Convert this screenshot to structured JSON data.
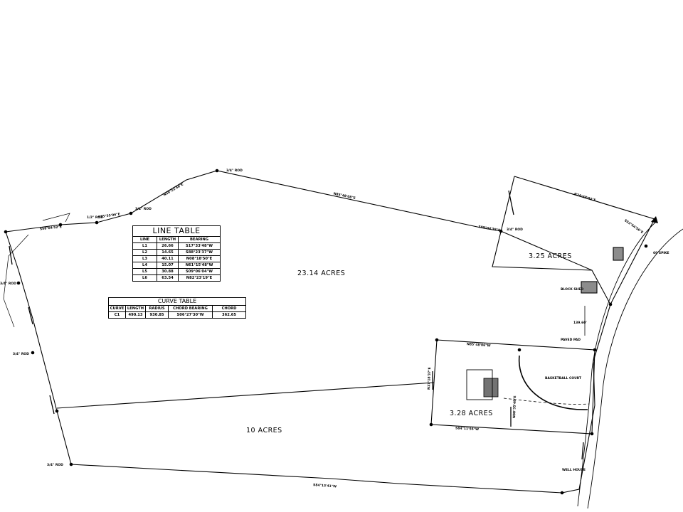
{
  "line_table": {
    "title": "LINE TABLE",
    "headers": [
      "LINE",
      "LENGTH",
      "BEARING"
    ],
    "rows": [
      [
        "L1",
        "26.66",
        "S17°33'48\"W"
      ],
      [
        "L2",
        "14.65",
        "S88°23'37\"W"
      ],
      [
        "L3",
        "40.11",
        "N08°18'50\"E"
      ],
      [
        "L4",
        "15.07",
        "N61°15'48\"W"
      ],
      [
        "L5",
        "30.88",
        "S09°06'04\"W"
      ],
      [
        "L6",
        "63.54",
        "N82°23'19\"E"
      ]
    ]
  },
  "curve_table": {
    "title": "CURVE TABLE",
    "headers": [
      "CURVE",
      "LENGTH",
      "RADIUS",
      "CHORD BEARING",
      "CHORD"
    ],
    "rows": [
      [
        "C1",
        "490.13",
        "930.85",
        "S06°27'30\"W",
        "362.65"
      ]
    ]
  },
  "parcels": {
    "main": "23.14 ACRES",
    "northeast": "3.25 ACRES",
    "house_lot": "3.28 ACRES",
    "south": "10 ACRES"
  },
  "monuments": {
    "rod_top": "3/4\" ROD",
    "rod_upper": "3/4\" ROD",
    "rod_west": "1/2\" ROD",
    "rod_nw_side": "3/4\" ROD",
    "rod_west_mid": "3/4\" ROD",
    "rod_south": "3/4\" ROD",
    "rod_ne_lot": "3/4\" ROD",
    "spike": "60 SPIKE"
  },
  "notes": {
    "dimension": "139.60'",
    "paved_pad": "PAVED PAD",
    "basketball_court": "BASKETBALL COURT",
    "block_shed": "BLOCK SHED",
    "well_house": "WELL HOUSE"
  },
  "line_labels": [
    "N85°48'08\"E",
    "N58°22'46\"E",
    "S75°55'06\"E",
    "N24°48'03\"E",
    "S53°54'56\"E",
    "S58°04'52\"E",
    "N85°48'06\"W",
    "S84°11'56\"W",
    "N17°18'37\"E",
    "N08°35'48\"E",
    "S09°04'38\"E",
    "S84°13'41\"W"
  ]
}
